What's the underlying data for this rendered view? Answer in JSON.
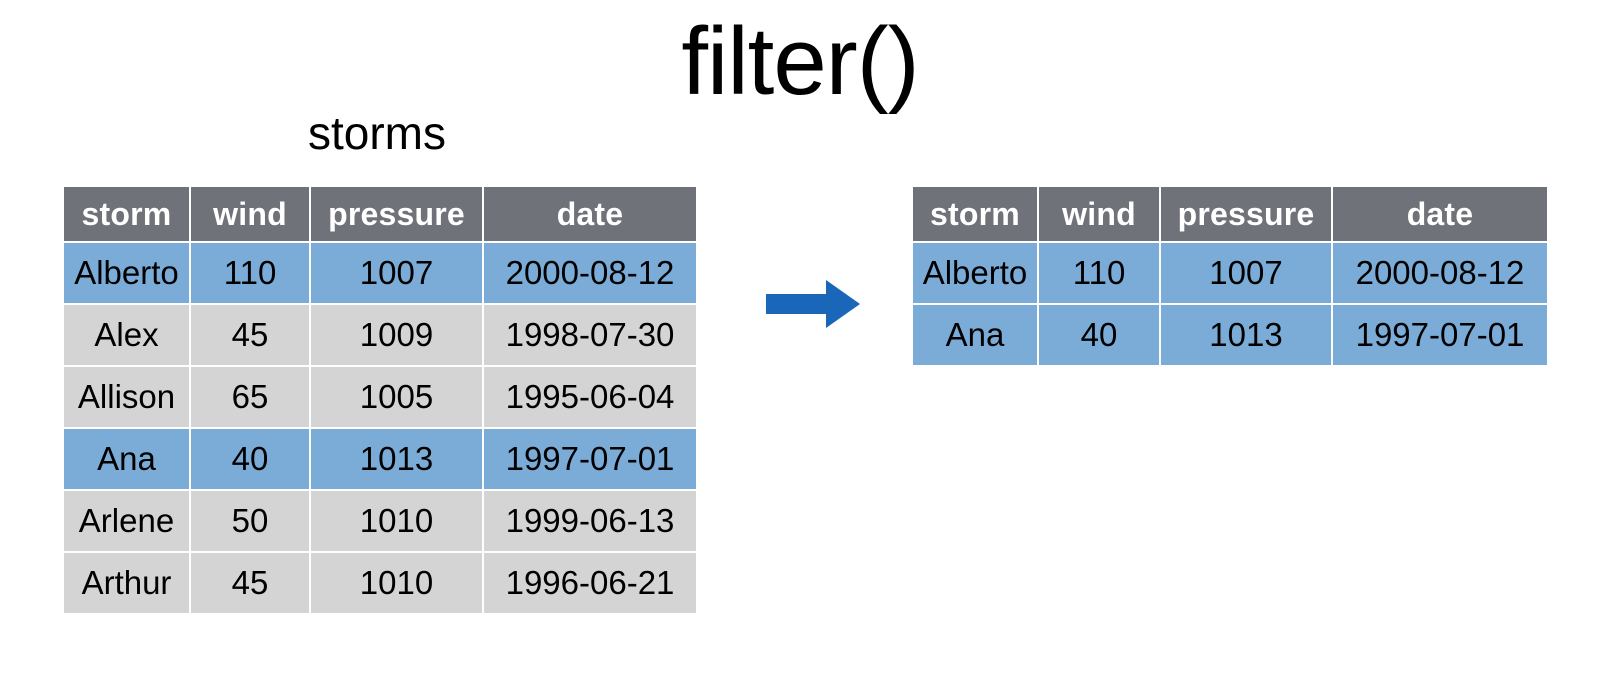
{
  "title": "filter()",
  "colors": {
    "header_gray": "#6F7278",
    "row_gray": "#D4D4D4",
    "row_highlight_blue": "#7BACD8",
    "arrow_blue": "#1A66B8",
    "text": "#000000",
    "header_text": "#FFFFFF",
    "background": "#FFFFFF"
  },
  "source_table": {
    "caption": "storms",
    "columns": [
      "storm",
      "wind",
      "pressure",
      "date"
    ],
    "rows": [
      {
        "storm": "Alberto",
        "wind": "110",
        "pressure": "1007",
        "date": "2000-08-12",
        "highlighted": true
      },
      {
        "storm": "Alex",
        "wind": "45",
        "pressure": "1009",
        "date": "1998-07-30",
        "highlighted": false
      },
      {
        "storm": "Allison",
        "wind": "65",
        "pressure": "1005",
        "date": "1995-06-04",
        "highlighted": false
      },
      {
        "storm": "Ana",
        "wind": "40",
        "pressure": "1013",
        "date": "1997-07-01",
        "highlighted": true
      },
      {
        "storm": "Arlene",
        "wind": "50",
        "pressure": "1010",
        "date": "1999-06-13",
        "highlighted": false
      },
      {
        "storm": "Arthur",
        "wind": "45",
        "pressure": "1010",
        "date": "1996-06-21",
        "highlighted": false
      }
    ]
  },
  "arrow": {
    "icon": "right-arrow-icon",
    "direction": "right"
  },
  "result_table": {
    "caption": "",
    "columns": [
      "storm",
      "wind",
      "pressure",
      "date"
    ],
    "rows": [
      {
        "storm": "Alberto",
        "wind": "110",
        "pressure": "1007",
        "date": "2000-08-12",
        "highlighted": true
      },
      {
        "storm": "Ana",
        "wind": "40",
        "pressure": "1013",
        "date": "1997-07-01",
        "highlighted": true
      }
    ]
  }
}
